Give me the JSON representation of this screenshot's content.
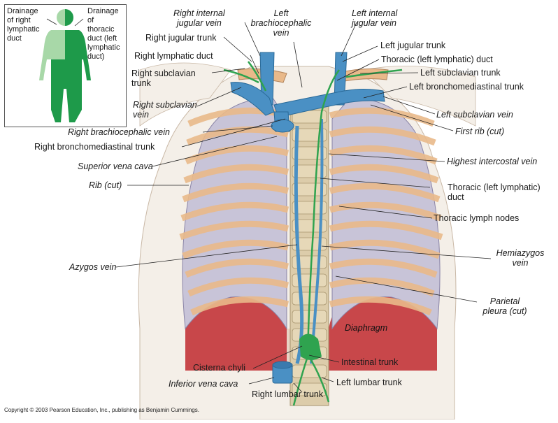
{
  "inset": {
    "left_label": "Drainage\nof right\nlymphatic\nduct",
    "right_label": "Drainage\nof\nthoracic\nduct (left\nlymphatic\nduct)",
    "colors": {
      "right_lymphatic": "#a8d8a8",
      "thoracic": "#1e9a4a"
    }
  },
  "labels": {
    "right_internal_jugular_vein": "Right internal\njugular vein",
    "left_brachiocephalic_vein": "Left\nbrachiocephalic\nvein",
    "left_internal_jugular_vein": "Left internal\njugular vein",
    "right_jugular_trunk": "Right jugular trunk",
    "left_jugular_trunk": "Left jugular trunk",
    "right_lymphatic_duct": "Right lymphatic duct",
    "thoracic_duct_top": "Thoracic (left lymphatic) duct",
    "right_subclavian_trunk": "Right subclavian\ntrunk",
    "left_subclavian_trunk": "Left subclavian trunk",
    "left_bronchomediastinal_trunk": "Left bronchomediastinal trunk",
    "right_subclavian_vein": "Right subclavian\nvein",
    "left_subclavian_vein": "Left subclavian vein",
    "right_brachiocephalic_vein": "Right brachiocephalic vein",
    "first_rib": "First rib (cut)",
    "right_bronchomediastinal_trunk": "Right bronchomediastinal trunk",
    "superior_vena_cava": "Superior vena cava",
    "highest_intercostal_vein": "Highest intercostal vein",
    "rib_cut": "Rib (cut)",
    "thoracic_duct_mid": "Thoracic (left lymphatic)\nduct",
    "thoracic_lymph_nodes": "Thoracic lymph nodes",
    "azygos_vein": "Azygos vein",
    "hemiazygos_vein": "Hemiazygos\nvein",
    "parietal_pleura": "Parietal\npleura (cut)",
    "diaphragm": "Diaphragm",
    "cisterna_chyli": "Cisterna chyli",
    "intestinal_trunk": "Intestinal trunk",
    "inferior_vena_cava": "Inferior vena cava",
    "left_lumbar_trunk": "Left lumbar trunk",
    "right_lumbar_trunk": "Right lumbar trunk"
  },
  "copyright": "Copyright © 2003 Pearson Education, Inc., publishing as Benjamin Cummings.",
  "colors": {
    "vein": "#4a90c4",
    "lymph": "#2fa34f",
    "rib": "#e9b98a",
    "pleura": "#c7c4d6",
    "muscle": "#c8474a",
    "skin": "#f3ede6",
    "spine": "#d9c9a6"
  }
}
